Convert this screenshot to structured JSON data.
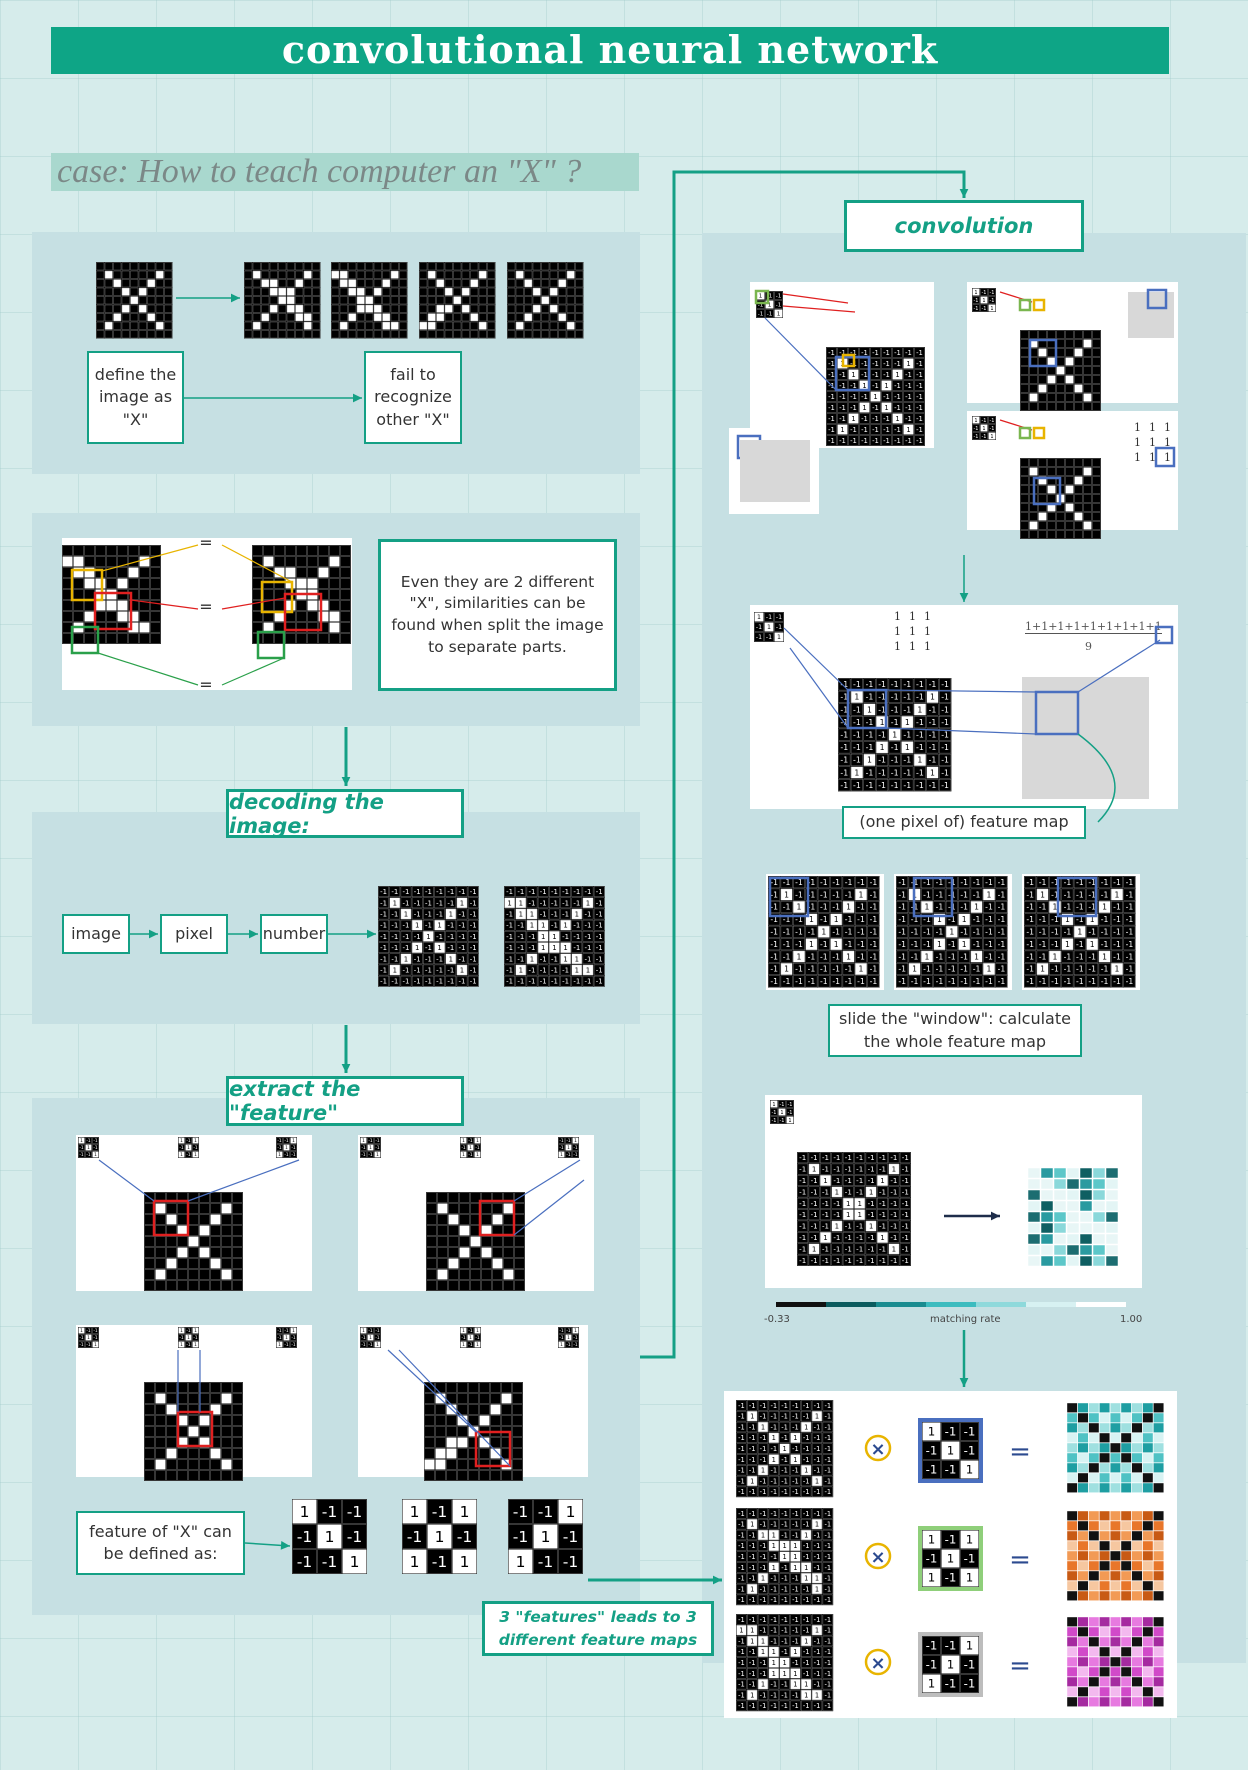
{
  "title": "convolutional neural network",
  "case_label": "case: How to teach computer an \"X\" ?",
  "section1": {
    "define_label": "define the image as \"X\"",
    "fail_label": "fail to recognize other \"X\""
  },
  "section2": {
    "similarity_text": "Even they are 2 different \"X\", similarities can be found when split the image to separate parts.",
    "equals": "="
  },
  "decoding": {
    "heading": "decoding the image:",
    "steps": [
      "image",
      "pixel",
      "number"
    ]
  },
  "extract": {
    "heading": "extract the \"feature\"",
    "feature_label": "feature of \"X\" can be defined as:",
    "features": [
      [
        [
          1,
          -1,
          -1
        ],
        [
          -1,
          1,
          -1
        ],
        [
          -1,
          -1,
          1
        ]
      ],
      [
        [
          1,
          -1,
          1
        ],
        [
          -1,
          1,
          -1
        ],
        [
          1,
          -1,
          1
        ]
      ],
      [
        [
          -1,
          -1,
          1
        ],
        [
          -1,
          1,
          -1
        ],
        [
          1,
          -1,
          -1
        ]
      ]
    ],
    "leads_label": "3 \"features\" leads to 3 different feature maps"
  },
  "convolution": {
    "heading": "convolution",
    "formula": "1+1+1+1+1+1+1+1+1",
    "denominator": "9",
    "feature_map_label": "(one pixel of) feature map",
    "slide_label": "slide the \"window\": calculate the whole feature map",
    "legend_min": "-0.33",
    "legend_max": "1.00",
    "legend_title": "matching rate",
    "times_symbol": "⊗",
    "equals": "="
  },
  "colors": {
    "teal": "#14a085",
    "title_bg": "#0ea586",
    "blue_box": "#4a6fbf",
    "green_box": "#8fcf7a",
    "gray_box": "#bdbdbd",
    "red_box": "#e02020",
    "orange_map": "#e8762a",
    "magenta_map": "#d14ac9",
    "teal_map": "#35b3b3"
  }
}
